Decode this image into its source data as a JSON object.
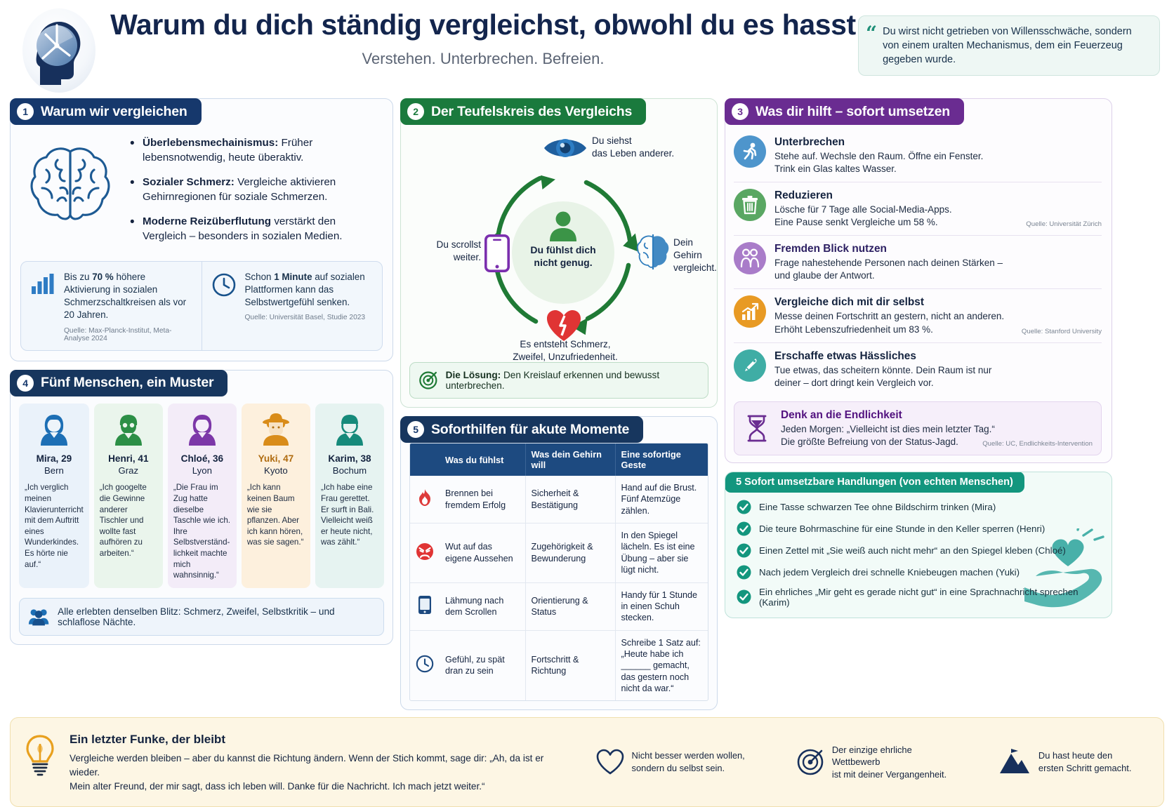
{
  "header": {
    "title": "Warum du dich ständig vergleichst, obwohl du es hasst",
    "subtitle": "Verstehen. Unterbrechen. Befreien.",
    "logo_icon": "head-with-clock-icon",
    "quote": "Du wirst nicht getrieben von Willensschwäche, sondern von einem uralten Mechanismus, dem ein Feuerzeug gegeben wurde.",
    "quote_mark": "“"
  },
  "panel1": {
    "number": "1",
    "title": "Warum wir vergleichen",
    "icon": "brain-icon",
    "bullets": [
      {
        "lead": "Überlebensmechainismus:",
        "text": " Früher lebensnotwendig, heute überaktiv."
      },
      {
        "lead": "Sozialer Schmerz:",
        "text": " Vergleiche aktivieren Gehirnregionen für soziale Schmerzen."
      },
      {
        "lead": "Moderne Reizüberflutung",
        "text": " verstärkt den Vergleich – besonders in sozialen Medien."
      }
    ],
    "stats": [
      {
        "icon": "bar-chart-icon",
        "text_pre": "Bis zu ",
        "text_bold": "70 %",
        "text_post": " höhere Aktivierung in sozialen Schmerzschaltkreisen als vor 20 Jahren.",
        "source": "Quelle: Max-Planck-Institut, Meta-Analyse 2024"
      },
      {
        "icon": "clock-icon",
        "text_pre": "Schon ",
        "text_bold": "1 Minute",
        "text_post": " auf sozialen Plattformen kann das Selbstwertgefühl senken.",
        "source": "Quelle: Universität Basel, Studie 2023"
      }
    ]
  },
  "panel4": {
    "number": "4",
    "title": "Fünf Menschen, ein Muster",
    "personas": [
      {
        "avatar": "woman-avatar-icon",
        "name": "Mira, 29",
        "city": "Bern",
        "quote": "„Ich verglich meinen Klavierunterricht mit dem Auftritt eines Wunderkindes. Es hörte nie auf.“"
      },
      {
        "avatar": "man-beard-glasses-avatar-icon",
        "name": "Henri, 41",
        "city": "Graz",
        "quote": "„Ich googelte die Gewinne anderer Tischler und wollte fast aufhören zu arbeiten.“"
      },
      {
        "avatar": "woman-avatar-icon",
        "name": "Chloé, 36",
        "city": "Lyon",
        "quote": "„Die Frau im Zug hatte dieselbe Taschle wie ich. Ihre Selbstverständ­lichkeit machte mich wahnsinnig.“"
      },
      {
        "avatar": "woman-hat-avatar-icon",
        "name": "Yuki, 47",
        "city": "Kyoto",
        "quote": "„Ich kann keinen Baum wie sie pflanzen. Aber ich kann hören, was sie sagen.“"
      },
      {
        "avatar": "man-avatar-icon",
        "name": "Karim, 38",
        "city": "Bochum",
        "quote": "„Ich habe eine Frau gerettet. Er surft in Bali. Vielleicht weiß er heute nicht, was zählt.“"
      }
    ],
    "note_icon": "people-group-icon",
    "note": "Alle erlebten denselben Blitz: Schmerz, Zweifel, Selbstkritik – und schlaflose Nächte."
  },
  "panel2": {
    "number": "2",
    "title": "Der Teufelskreis des Vergleichs",
    "center_icon": "person-icon",
    "center_line1": "Du fühlst dich",
    "center_line2": "nicht genug.",
    "nodes": [
      {
        "icon": "eye-icon",
        "label": "Du siehst\ndas Leben anderer.",
        "line1": "Du siehst",
        "line2": "das Leben anderer."
      },
      {
        "icon": "brain-split-icon",
        "line1": "Dein Gehirn",
        "line2": "vergleicht."
      },
      {
        "icon": "broken-heart-icon",
        "line1": "Es entsteht Schmerz,",
        "line2": "Zweifel, Unzufriedenheit."
      },
      {
        "icon": "smartphone-icon",
        "line1": "Du scrollst",
        "line2": "weiter."
      }
    ],
    "solution_icon": "target-icon",
    "solution_lead": "Die Lösung:",
    "solution_text": " Den Kreislauf erkennen und bewusst unterbrechen."
  },
  "panel5": {
    "number": "5",
    "title": "Soforthilfen für akute Momente",
    "columns": [
      "Was du fühlst",
      "Was dein Gehirn will",
      "Eine sofortige Geste"
    ],
    "rows": [
      {
        "icon": "flame-icon",
        "feel": "Brennen bei fremdem Erfolg",
        "want": "Sicherheit & Bestätigung",
        "gesture": "Hand auf die Brust. Fünf Atemzüge zählen."
      },
      {
        "icon": "angry-face-icon",
        "feel": "Wut auf das eigene Aussehen",
        "want": "Zugehörigkeit & Bewunderung",
        "gesture": "In den Spiegel lächeln. Es ist eine Übung – aber sie lügt nicht."
      },
      {
        "icon": "smartphone-icon",
        "feel": "Lähmung nach dem Scrollen",
        "want": "Orientierung & Status",
        "gesture": "Handy für 1 Stunde in einen Schuh stecken."
      },
      {
        "icon": "clock-icon",
        "feel": "Gefühl, zu spät dran zu sein",
        "want": "Fortschritt & Richtung",
        "gesture": "Schreibe 1 Satz auf: „Heute habe ich ______ gemacht, das gestern noch nicht da war.“"
      }
    ]
  },
  "panel3": {
    "number": "3",
    "title": "Was dir hilft – sofort umsetzen",
    "tips": [
      {
        "icon": "running-person-icon",
        "color": "#4e95cc",
        "title": "Unterbrechen",
        "title_color": "#14233f",
        "line1": "Stehe auf. Wechsle den Raum. Öffne ein Fenster.",
        "line2": "Trink ein Glas kaltes Wasser.",
        "source": ""
      },
      {
        "icon": "trash-bin-icon",
        "color": "#5aa763",
        "title": "Reduzieren",
        "title_color": "#14233f",
        "line1": "Lösche für 7 Tage alle Social-Media-Apps.",
        "line2": "Eine Pause senkt Vergleiche um 58 %.",
        "source": "Quelle: Universität Zürich"
      },
      {
        "icon": "two-people-icon",
        "color": "#a97cc9",
        "title": "Fremden Blick nutzen",
        "title_color": "#2d2063",
        "line1": "Frage nahestehende Personen nach deinen Stärken –",
        "line2": "und glaube der Antwort.",
        "source": ""
      },
      {
        "icon": "growth-chart-icon",
        "color": "#e89a24",
        "title": "Vergleiche dich mit dir selbst",
        "title_color": "#14233f",
        "line1": "Messe deinen Fortschritt an gestern, nicht an anderen.",
        "line2": "Erhöht Lebenszufriedenheit um 83 %.",
        "source": "Quelle: Stanford University"
      },
      {
        "icon": "paintbrush-icon",
        "color": "#3fada5",
        "title": "Erschaffe etwas Hässliches",
        "title_color": "#14233f",
        "line1": "Tue etwas, das scheitern könnte. Dein Raum ist nur",
        "line2": "deiner – dort dringt kein Vergleich vor.",
        "source": ""
      }
    ],
    "final": {
      "icon": "hourglass-icon",
      "title": "Denk an die Endlichkeit",
      "line1": "Jeden Morgen: „Vielleicht ist dies mein letzter Tag.“",
      "line2": "Die größte Befreiung von der Status-Jagd.",
      "source": "Quelle: UC, Endlichkeits-Intervention"
    }
  },
  "actions": {
    "title": "5 Sofort umsetzbare Handlungen (von echten Menschen)",
    "check_icon": "check-circle-icon",
    "deco_icon": "hand-with-heart-icon",
    "items": [
      "Eine Tasse schwarzen Tee ohne Bildschirm trinken (Mira)",
      "Die teure Bohrmaschine für eine Stunde in den Keller sperren (Henri)",
      "Einen Zettel mit „Sie weiß auch nicht mehr“ an den Spiegel kleben (Chloé)",
      "Nach jedem Vergleich drei schnelle Kniebeugen machen (Yuki)",
      "Ein ehrliches „Mir geht es gerade nicht gut“ in eine Sprachnachricht sprechen (Karim)"
    ]
  },
  "footer": {
    "icon": "lightbulb-icon",
    "title": "Ein letzter Funke, der bleibt",
    "line1": "Vergleiche werden bleiben – aber du kannst die Richtung ändern. Wenn der Stich kommt, sage dir: „Ah, da ist er wieder.",
    "line2": "Mein alter Freund, der mir sagt, dass ich leben will. Danke für die Nachricht. Ich mach jetzt weiter.“",
    "items": [
      {
        "icon": "heart-outline-icon",
        "line1": "Nicht besser werden wollen,",
        "line2": "sondern du selbst sein."
      },
      {
        "icon": "target-icon",
        "line1": "Der einzige ehrliche Wettbewerb",
        "line2": "ist mit deiner Vergangenheit."
      },
      {
        "icon": "mountain-flag-icon",
        "line1": "Du hast heute den",
        "line2": "ersten Schritt gemacht."
      }
    ]
  },
  "colors": {
    "navy": "#16386c",
    "green": "#1a7a3d",
    "purple": "#6a2c91",
    "teal": "#13967e",
    "amber": "#e89a24"
  }
}
